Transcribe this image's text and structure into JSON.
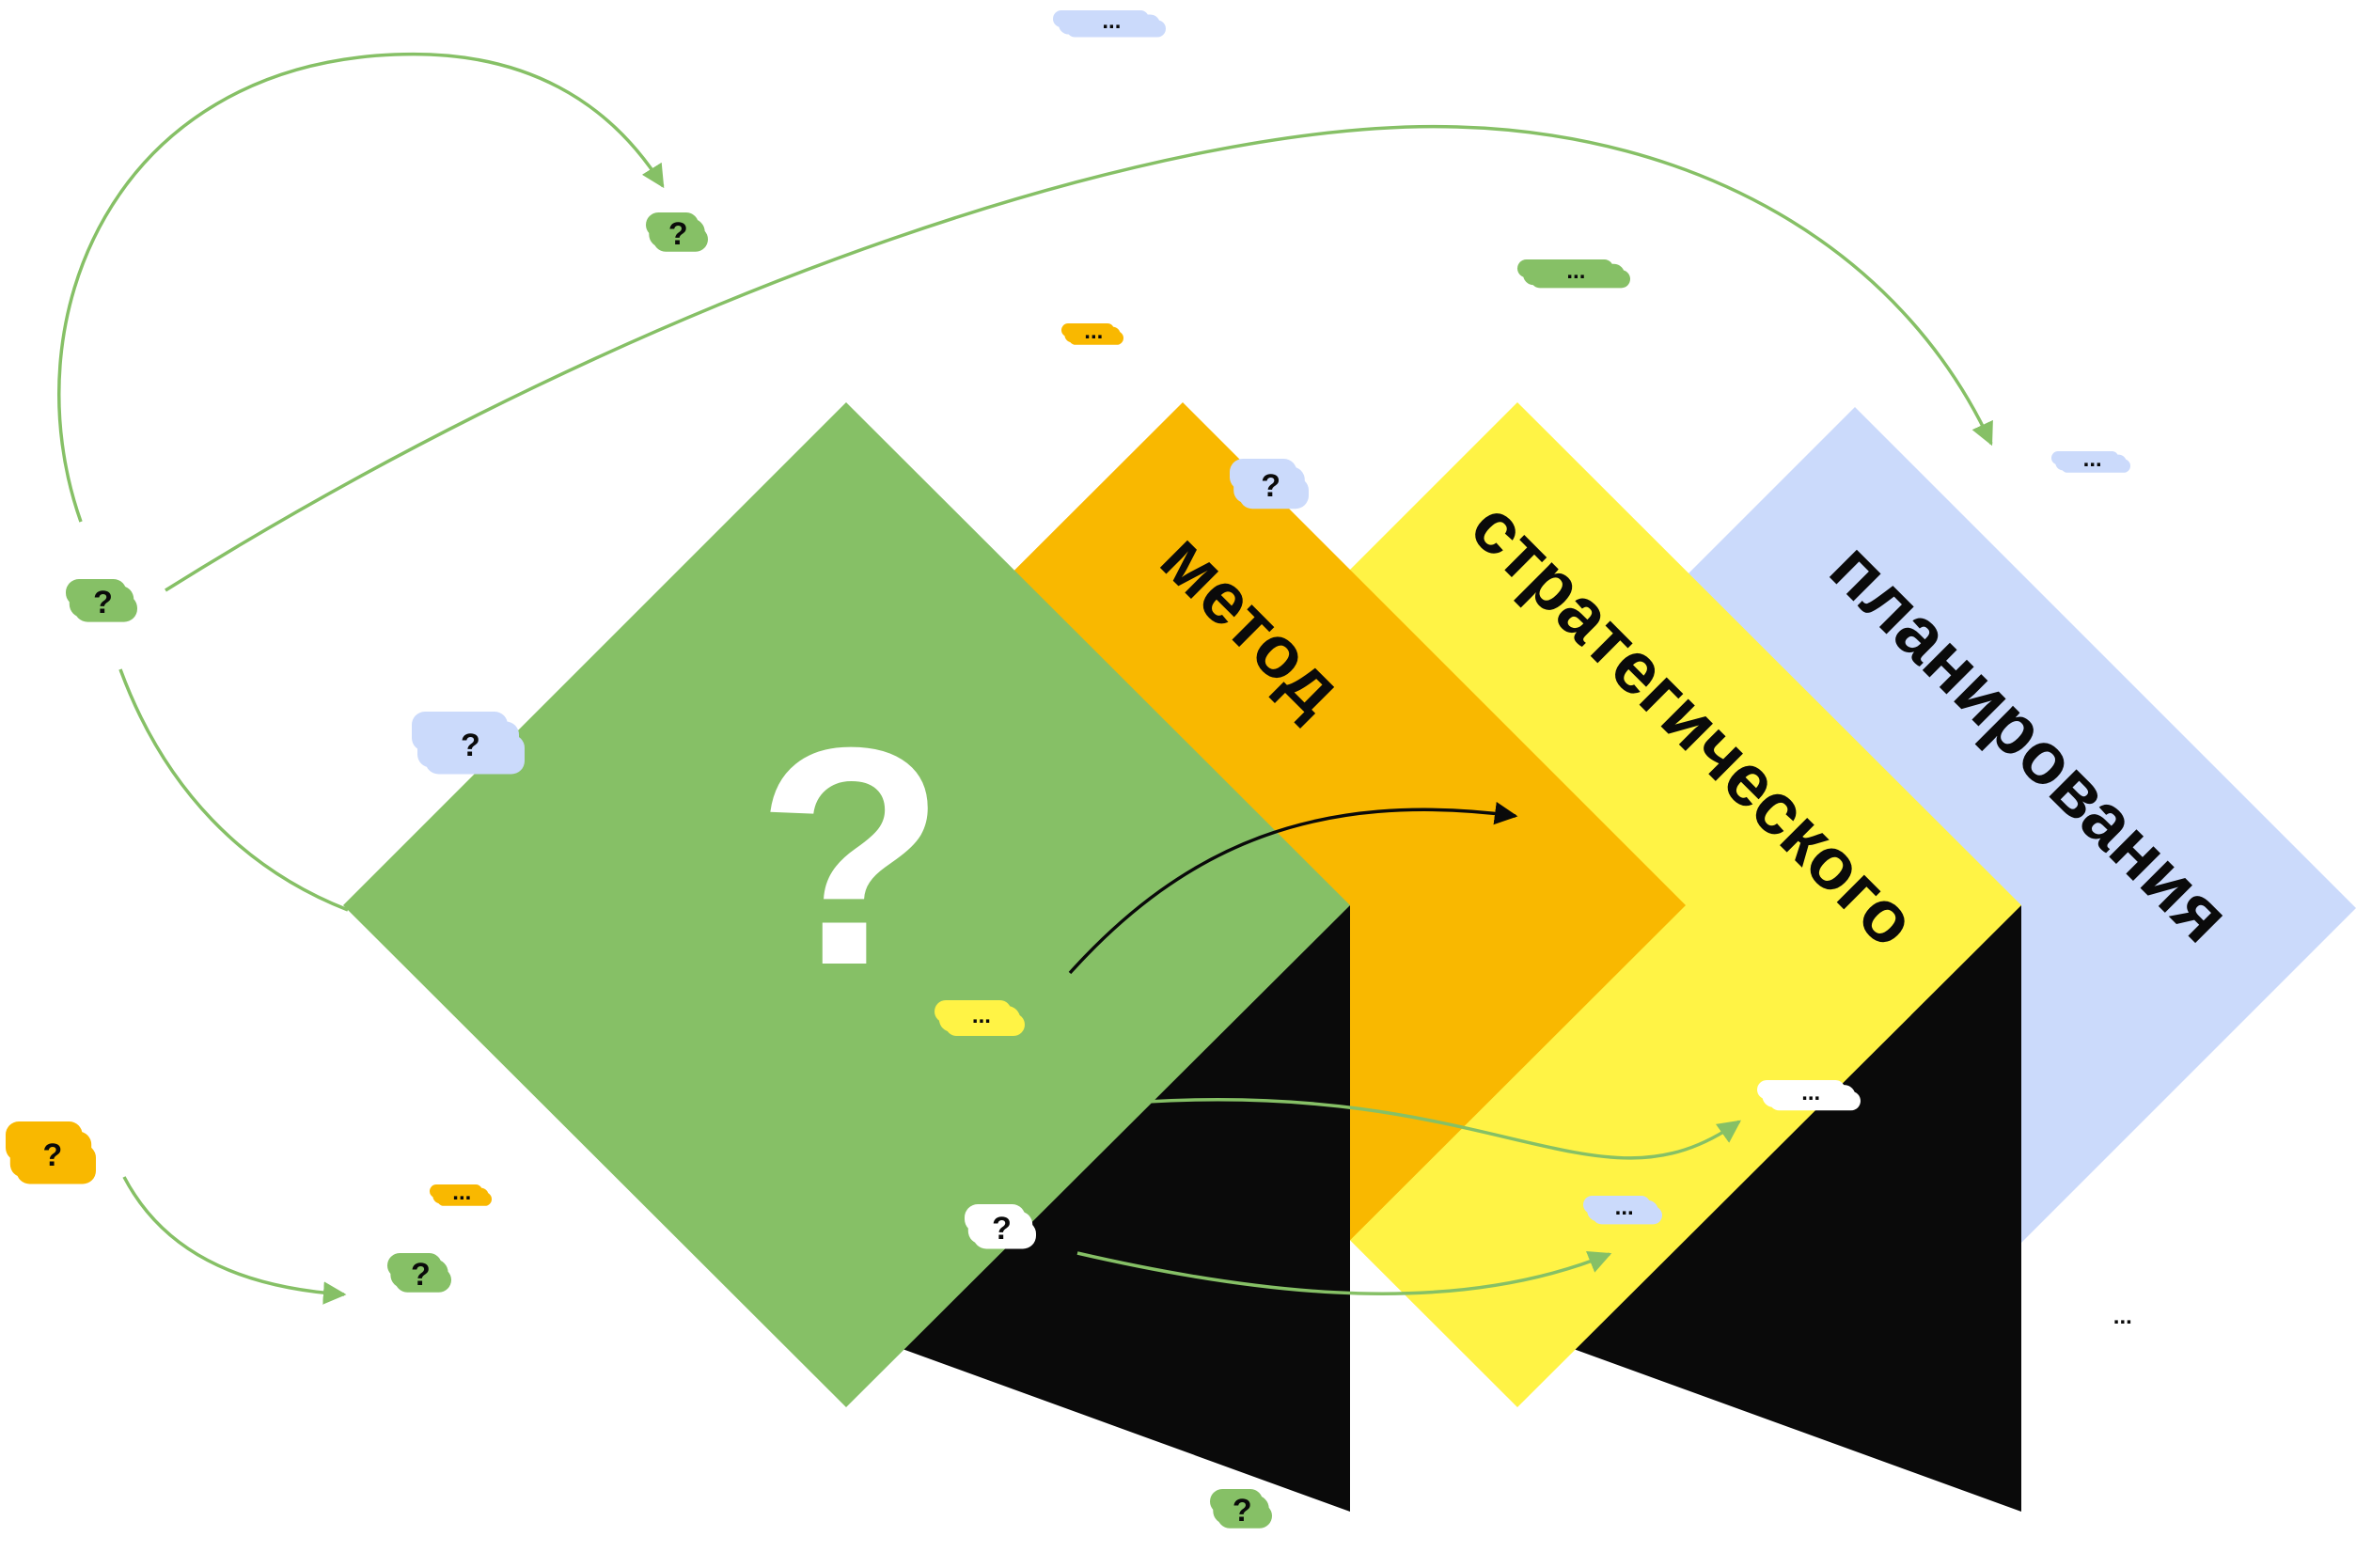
{
  "colors": {
    "green": "#86C066",
    "orange": "#F9B800",
    "yellow": "#FFF345",
    "blue": "#CBDAFB",
    "black": "#0A0A0A",
    "white": "#FFFFFF",
    "arrow_green": "#86C066",
    "arrow_black": "#0A0A0A"
  },
  "words": {
    "word1": "метод",
    "word2": "стратегического",
    "word3": "планирования"
  },
  "center_mark": "?",
  "badge_question": "?",
  "badge_dots": "..."
}
